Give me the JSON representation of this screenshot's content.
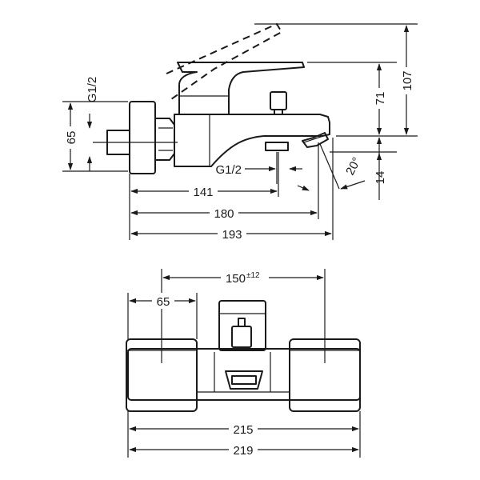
{
  "side_view": {
    "height_total": "107",
    "height_spout": "71",
    "height_outlet": "14",
    "height_inlet": "65",
    "angle": "20°",
    "thread_inlet": "G1/2",
    "thread_outlet": "G1/2",
    "depth_141": "141",
    "depth_180": "180",
    "depth_193": "193"
  },
  "front_view": {
    "center_distance": "150",
    "center_tolerance": "±12",
    "side_width": "65",
    "width_body": "215",
    "width_total": "219"
  }
}
